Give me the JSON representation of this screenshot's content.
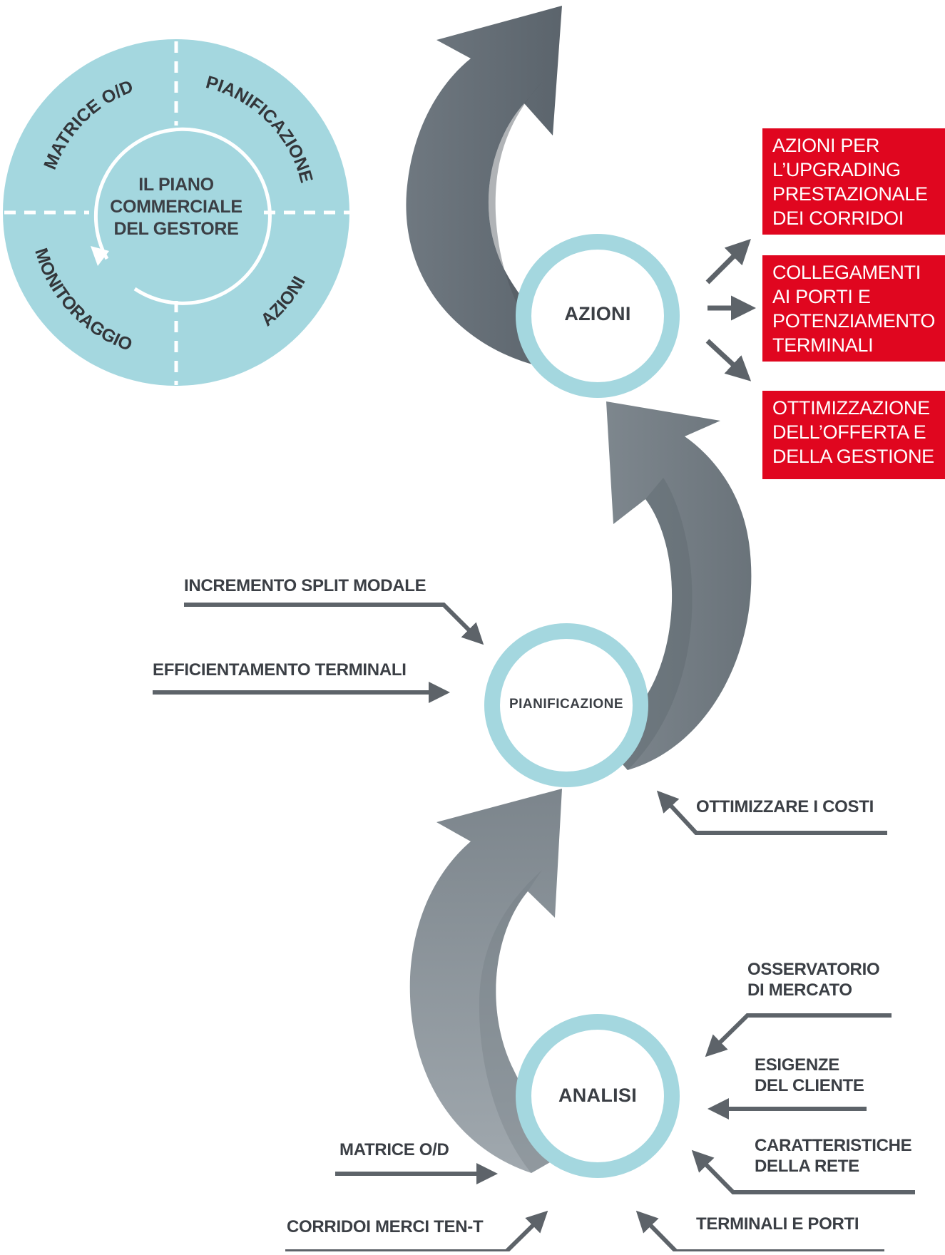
{
  "wheel": {
    "center_text": "IL PIANO\nCOMMERCIALE\nDEL GESTORE",
    "segments": [
      "MATRICE O/D",
      "PIANIFICAZIONE",
      "AZIONI",
      "MONITORAGGIO"
    ],
    "fill_color": "#a4d7df",
    "divider_color": "#ffffff"
  },
  "stages": {
    "azioni": "AZIONI",
    "pianificazione": "PIANIFICAZIONE",
    "analisi": "ANALISI"
  },
  "actions": [
    "AZIONI PER\nL’UPGRADING\nPRESTAZIONALE\nDEI CORRIDOI",
    "COLLEGAMENTI\nAI PORTI E\nPOTENZIAMENTO\nTERMINALI",
    "OTTIMIZZAZIONE\nDELL’OFFERTA E\nDELLA GESTIONE"
  ],
  "planning_inputs": {
    "incremento": "INCREMENTO SPLIT MODALE",
    "efficientamento": "EFFICIENTAMENTO TERMINALI",
    "ottimizzare": "OTTIMIZZARE I COSTI"
  },
  "analysis_inputs": {
    "osservatorio": "OSSERVATORIO\nDI MERCATO",
    "esigenze": "ESIGENZE\nDEL CLIENTE",
    "caratteristiche": "CARATTERISTICHE\nDELLA RETE",
    "matrice": "MATRICE O/D",
    "corridoi": "CORRIDOI MERCI TEN-T",
    "terminali": "TERMINALI E PORTI"
  },
  "colors": {
    "ring": "#a4d7df",
    "accent_red": "#e0061f",
    "arrow_dark": "#5f6870",
    "arrow_light": "#9aa3aa",
    "connector": "#5d6369",
    "text": "#3b3f45"
  }
}
